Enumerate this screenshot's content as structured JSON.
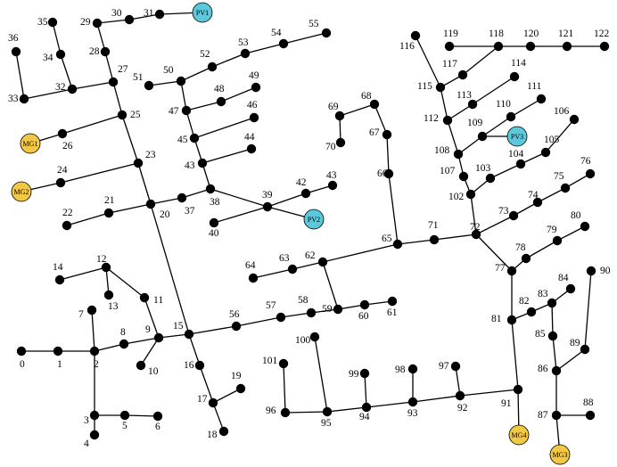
{
  "colors": {
    "pv": "#5bc8dc",
    "mg": "#f2c744",
    "line": "#000000",
    "node": "#000000"
  },
  "nodes": [
    {
      "id": "0",
      "label": "0"
    },
    {
      "id": "1",
      "label": "1"
    },
    {
      "id": "2",
      "label": "2"
    },
    {
      "id": "3",
      "label": "3"
    },
    {
      "id": "4",
      "label": "4"
    },
    {
      "id": "5",
      "label": "5"
    },
    {
      "id": "6",
      "label": "6"
    },
    {
      "id": "7",
      "label": "7"
    },
    {
      "id": "8",
      "label": "8"
    },
    {
      "id": "9",
      "label": "9"
    },
    {
      "id": "10",
      "label": "10"
    },
    {
      "id": "11",
      "label": "11"
    },
    {
      "id": "12",
      "label": "12"
    },
    {
      "id": "13",
      "label": "13"
    },
    {
      "id": "14",
      "label": "14"
    },
    {
      "id": "15",
      "label": "15"
    },
    {
      "id": "16",
      "label": "16"
    },
    {
      "id": "17",
      "label": "17"
    },
    {
      "id": "18",
      "label": "18"
    },
    {
      "id": "19",
      "label": "19"
    },
    {
      "id": "20",
      "label": "20"
    },
    {
      "id": "21",
      "label": "21"
    },
    {
      "id": "22",
      "label": "22"
    },
    {
      "id": "23",
      "label": "23"
    },
    {
      "id": "24",
      "label": "24"
    },
    {
      "id": "25",
      "label": "25"
    },
    {
      "id": "26",
      "label": "26"
    },
    {
      "id": "27",
      "label": "27"
    },
    {
      "id": "28",
      "label": "28"
    },
    {
      "id": "29",
      "label": "29"
    },
    {
      "id": "30",
      "label": "30"
    },
    {
      "id": "31",
      "label": "31"
    },
    {
      "id": "32",
      "label": "32"
    },
    {
      "id": "33",
      "label": "33"
    },
    {
      "id": "34",
      "label": "34"
    },
    {
      "id": "35",
      "label": "35"
    },
    {
      "id": "36",
      "label": "36"
    },
    {
      "id": "37",
      "label": "37"
    },
    {
      "id": "38",
      "label": "38"
    },
    {
      "id": "39",
      "label": "39"
    },
    {
      "id": "40",
      "label": "40"
    },
    {
      "id": "42",
      "label": "42"
    },
    {
      "id": "43b",
      "label": "43"
    },
    {
      "id": "43",
      "label": "43"
    },
    {
      "id": "44",
      "label": "44"
    },
    {
      "id": "45",
      "label": "45"
    },
    {
      "id": "46",
      "label": "46"
    },
    {
      "id": "47",
      "label": "47"
    },
    {
      "id": "48",
      "label": "48"
    },
    {
      "id": "49",
      "label": "49"
    },
    {
      "id": "50",
      "label": "50"
    },
    {
      "id": "51",
      "label": "51"
    },
    {
      "id": "52",
      "label": "52"
    },
    {
      "id": "53",
      "label": "53"
    },
    {
      "id": "54",
      "label": "54"
    },
    {
      "id": "55",
      "label": "55"
    },
    {
      "id": "56",
      "label": "56"
    },
    {
      "id": "57",
      "label": "57"
    },
    {
      "id": "58",
      "label": "58"
    },
    {
      "id": "59",
      "label": "59"
    },
    {
      "id": "60",
      "label": "60"
    },
    {
      "id": "61",
      "label": "61"
    },
    {
      "id": "62",
      "label": "62"
    },
    {
      "id": "63",
      "label": "63"
    },
    {
      "id": "64",
      "label": "64"
    },
    {
      "id": "65",
      "label": "65"
    },
    {
      "id": "66",
      "label": "66"
    },
    {
      "id": "67",
      "label": "67"
    },
    {
      "id": "68",
      "label": "68"
    },
    {
      "id": "69",
      "label": "69"
    },
    {
      "id": "70",
      "label": "70"
    },
    {
      "id": "71",
      "label": "71"
    },
    {
      "id": "72",
      "label": "72"
    },
    {
      "id": "73",
      "label": "73"
    },
    {
      "id": "74",
      "label": "74"
    },
    {
      "id": "75",
      "label": "75"
    },
    {
      "id": "76",
      "label": "76"
    },
    {
      "id": "77",
      "label": "77"
    },
    {
      "id": "78",
      "label": "78"
    },
    {
      "id": "79",
      "label": "79"
    },
    {
      "id": "80",
      "label": "80"
    },
    {
      "id": "81",
      "label": "81"
    },
    {
      "id": "82",
      "label": "82"
    },
    {
      "id": "83",
      "label": "83"
    },
    {
      "id": "84",
      "label": "84"
    },
    {
      "id": "85",
      "label": "85"
    },
    {
      "id": "86",
      "label": "86"
    },
    {
      "id": "87",
      "label": "87"
    },
    {
      "id": "88",
      "label": "88"
    },
    {
      "id": "89",
      "label": "89"
    },
    {
      "id": "90",
      "label": "90"
    },
    {
      "id": "91",
      "label": "91"
    },
    {
      "id": "92",
      "label": "92"
    },
    {
      "id": "93",
      "label": "93"
    },
    {
      "id": "94",
      "label": "94"
    },
    {
      "id": "95",
      "label": "95"
    },
    {
      "id": "96",
      "label": "96"
    },
    {
      "id": "97",
      "label": "97"
    },
    {
      "id": "98",
      "label": "98"
    },
    {
      "id": "99",
      "label": "99"
    },
    {
      "id": "100",
      "label": "100"
    },
    {
      "id": "101",
      "label": "101"
    },
    {
      "id": "102",
      "label": "102"
    },
    {
      "id": "103",
      "label": "103"
    },
    {
      "id": "104",
      "label": "104"
    },
    {
      "id": "105",
      "label": "105"
    },
    {
      "id": "106",
      "label": "106"
    },
    {
      "id": "107",
      "label": "107"
    },
    {
      "id": "108",
      "label": "108"
    },
    {
      "id": "109",
      "label": "109"
    },
    {
      "id": "110",
      "label": "110"
    },
    {
      "id": "111",
      "label": "111"
    },
    {
      "id": "112",
      "label": "112"
    },
    {
      "id": "113",
      "label": "113"
    },
    {
      "id": "114",
      "label": "114"
    },
    {
      "id": "115",
      "label": "115"
    },
    {
      "id": "116",
      "label": "116"
    },
    {
      "id": "117",
      "label": "117"
    },
    {
      "id": "118",
      "label": "118"
    },
    {
      "id": "119",
      "label": "119"
    },
    {
      "id": "120",
      "label": "120"
    },
    {
      "id": "121",
      "label": "121"
    },
    {
      "id": "122",
      "label": "122"
    }
  ],
  "sources": [
    {
      "id": "PV1",
      "label": "PV1",
      "kind": "pv",
      "attach": "31"
    },
    {
      "id": "PV2",
      "label": "PV2",
      "kind": "pv",
      "attach": "39"
    },
    {
      "id": "PV3",
      "label": "PV3",
      "kind": "pv",
      "attach": "109"
    },
    {
      "id": "MG1",
      "label": "MG1",
      "kind": "mg",
      "attach": "26"
    },
    {
      "id": "MG2",
      "label": "MG2",
      "kind": "mg",
      "attach": "24"
    },
    {
      "id": "MG3",
      "label": "MG3",
      "kind": "mg",
      "attach": "87"
    },
    {
      "id": "MG4",
      "label": "MG4",
      "kind": "mg",
      "attach": "91"
    }
  ],
  "edges": [
    [
      "0",
      "1"
    ],
    [
      "1",
      "2"
    ],
    [
      "2",
      "7"
    ],
    [
      "2",
      "8"
    ],
    [
      "2",
      "3"
    ],
    [
      "3",
      "4"
    ],
    [
      "3",
      "5"
    ],
    [
      "5",
      "6"
    ],
    [
      "8",
      "9"
    ],
    [
      "9",
      "10"
    ],
    [
      "9",
      "11"
    ],
    [
      "11",
      "12"
    ],
    [
      "12",
      "14"
    ],
    [
      "12",
      "13"
    ],
    [
      "9",
      "15"
    ],
    [
      "15",
      "16"
    ],
    [
      "16",
      "17"
    ],
    [
      "17",
      "18"
    ],
    [
      "17",
      "19"
    ],
    [
      "15",
      "20"
    ],
    [
      "20",
      "21"
    ],
    [
      "21",
      "22"
    ],
    [
      "20",
      "37"
    ],
    [
      "37",
      "38"
    ],
    [
      "38",
      "39"
    ],
    [
      "39",
      "40"
    ],
    [
      "39",
      "42"
    ],
    [
      "42",
      "43b"
    ],
    [
      "38",
      "43"
    ],
    [
      "43",
      "44"
    ],
    [
      "43",
      "45"
    ],
    [
      "45",
      "46"
    ],
    [
      "45",
      "47"
    ],
    [
      "47",
      "48"
    ],
    [
      "48",
      "49"
    ],
    [
      "47",
      "50"
    ],
    [
      "50",
      "51"
    ],
    [
      "50",
      "52"
    ],
    [
      "52",
      "53"
    ],
    [
      "53",
      "54"
    ],
    [
      "54",
      "55"
    ],
    [
      "20",
      "23"
    ],
    [
      "23",
      "24"
    ],
    [
      "23",
      "25"
    ],
    [
      "25",
      "26"
    ],
    [
      "25",
      "27"
    ],
    [
      "27",
      "32"
    ],
    [
      "32",
      "33"
    ],
    [
      "33",
      "36"
    ],
    [
      "32",
      "34"
    ],
    [
      "34",
      "35"
    ],
    [
      "27",
      "28"
    ],
    [
      "28",
      "29"
    ],
    [
      "29",
      "30"
    ],
    [
      "30",
      "31"
    ],
    [
      "15",
      "56"
    ],
    [
      "56",
      "57"
    ],
    [
      "57",
      "58"
    ],
    [
      "58",
      "59"
    ],
    [
      "59",
      "60"
    ],
    [
      "60",
      "61"
    ],
    [
      "59",
      "62"
    ],
    [
      "62",
      "63"
    ],
    [
      "63",
      "64"
    ],
    [
      "62",
      "65"
    ],
    [
      "65",
      "66"
    ],
    [
      "66",
      "67"
    ],
    [
      "67",
      "68"
    ],
    [
      "68",
      "69"
    ],
    [
      "69",
      "70"
    ],
    [
      "65",
      "71"
    ],
    [
      "71",
      "72"
    ],
    [
      "72",
      "73"
    ],
    [
      "73",
      "74"
    ],
    [
      "74",
      "75"
    ],
    [
      "75",
      "76"
    ],
    [
      "72",
      "102"
    ],
    [
      "102",
      "103"
    ],
    [
      "103",
      "104"
    ],
    [
      "104",
      "105"
    ],
    [
      "105",
      "106"
    ],
    [
      "102",
      "107"
    ],
    [
      "107",
      "108"
    ],
    [
      "108",
      "109"
    ],
    [
      "109",
      "110"
    ],
    [
      "110",
      "111"
    ],
    [
      "108",
      "112"
    ],
    [
      "112",
      "113"
    ],
    [
      "113",
      "114"
    ],
    [
      "112",
      "115"
    ],
    [
      "115",
      "116"
    ],
    [
      "115",
      "117"
    ],
    [
      "117",
      "118"
    ],
    [
      "118",
      "119"
    ],
    [
      "118",
      "120"
    ],
    [
      "120",
      "121"
    ],
    [
      "121",
      "122"
    ],
    [
      "72",
      "77"
    ],
    [
      "77",
      "78"
    ],
    [
      "78",
      "79"
    ],
    [
      "79",
      "80"
    ],
    [
      "77",
      "81"
    ],
    [
      "81",
      "82"
    ],
    [
      "82",
      "83"
    ],
    [
      "83",
      "84"
    ],
    [
      "83",
      "85"
    ],
    [
      "85",
      "86"
    ],
    [
      "86",
      "87"
    ],
    [
      "87",
      "88"
    ],
    [
      "86",
      "89"
    ],
    [
      "89",
      "90"
    ],
    [
      "81",
      "91"
    ],
    [
      "91",
      "92"
    ],
    [
      "92",
      "97"
    ],
    [
      "92",
      "93"
    ],
    [
      "93",
      "98"
    ],
    [
      "93",
      "94"
    ],
    [
      "94",
      "99"
    ],
    [
      "94",
      "95"
    ],
    [
      "95",
      "100"
    ],
    [
      "95",
      "96"
    ],
    [
      "96",
      "101"
    ]
  ]
}
